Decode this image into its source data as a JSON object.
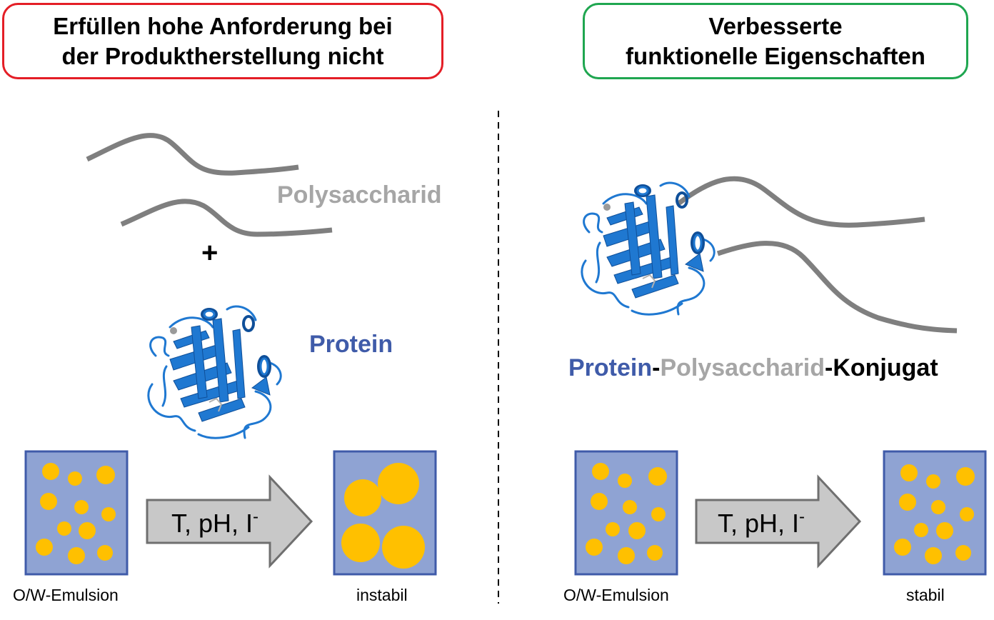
{
  "left_panel": {
    "title_line1": "Erfüllen hohe Anforderung bei",
    "title_line2": "der Produktherstellung nicht",
    "border_color": "#e41e26",
    "polysaccharide_label": "Polysaccharid",
    "plus": "+",
    "protein_label": "Protein",
    "arrow_label": "T, pH, I",
    "arrow_superscript": "-",
    "start_label": "O/W-Emulsion",
    "result_label": "instabil"
  },
  "right_panel": {
    "title_line1": "Verbesserte",
    "title_line2": "funktionelle Eigenschaften",
    "border_color": "#1fa650",
    "conjugate_part1": "Protein",
    "conjugate_sep1": "-",
    "conjugate_part2": "Polysaccharid",
    "conjugate_sep2": "-",
    "conjugate_part3": "Konjugat",
    "arrow_label": "T, pH, I",
    "arrow_superscript": "-",
    "start_label": "O/W-Emulsion",
    "result_label": "stabil"
  },
  "colors": {
    "protein_text": "#3f5ba9",
    "polysaccharide_text": "#a6a6a6",
    "polysaccharide_chain": "#7f7f7f",
    "protein_ribbon": "#1f78d1",
    "emulsion_box_fill": "#8fa3d3",
    "emulsion_box_border": "#3f5ba9",
    "droplet": "#ffc000",
    "arrow_fill": "#c8c8c8",
    "arrow_border": "#6f6f6f"
  },
  "icons": {
    "protein": "protein-ribbon-icon",
    "polysaccharide": "polysaccharide-chain-icon"
  }
}
